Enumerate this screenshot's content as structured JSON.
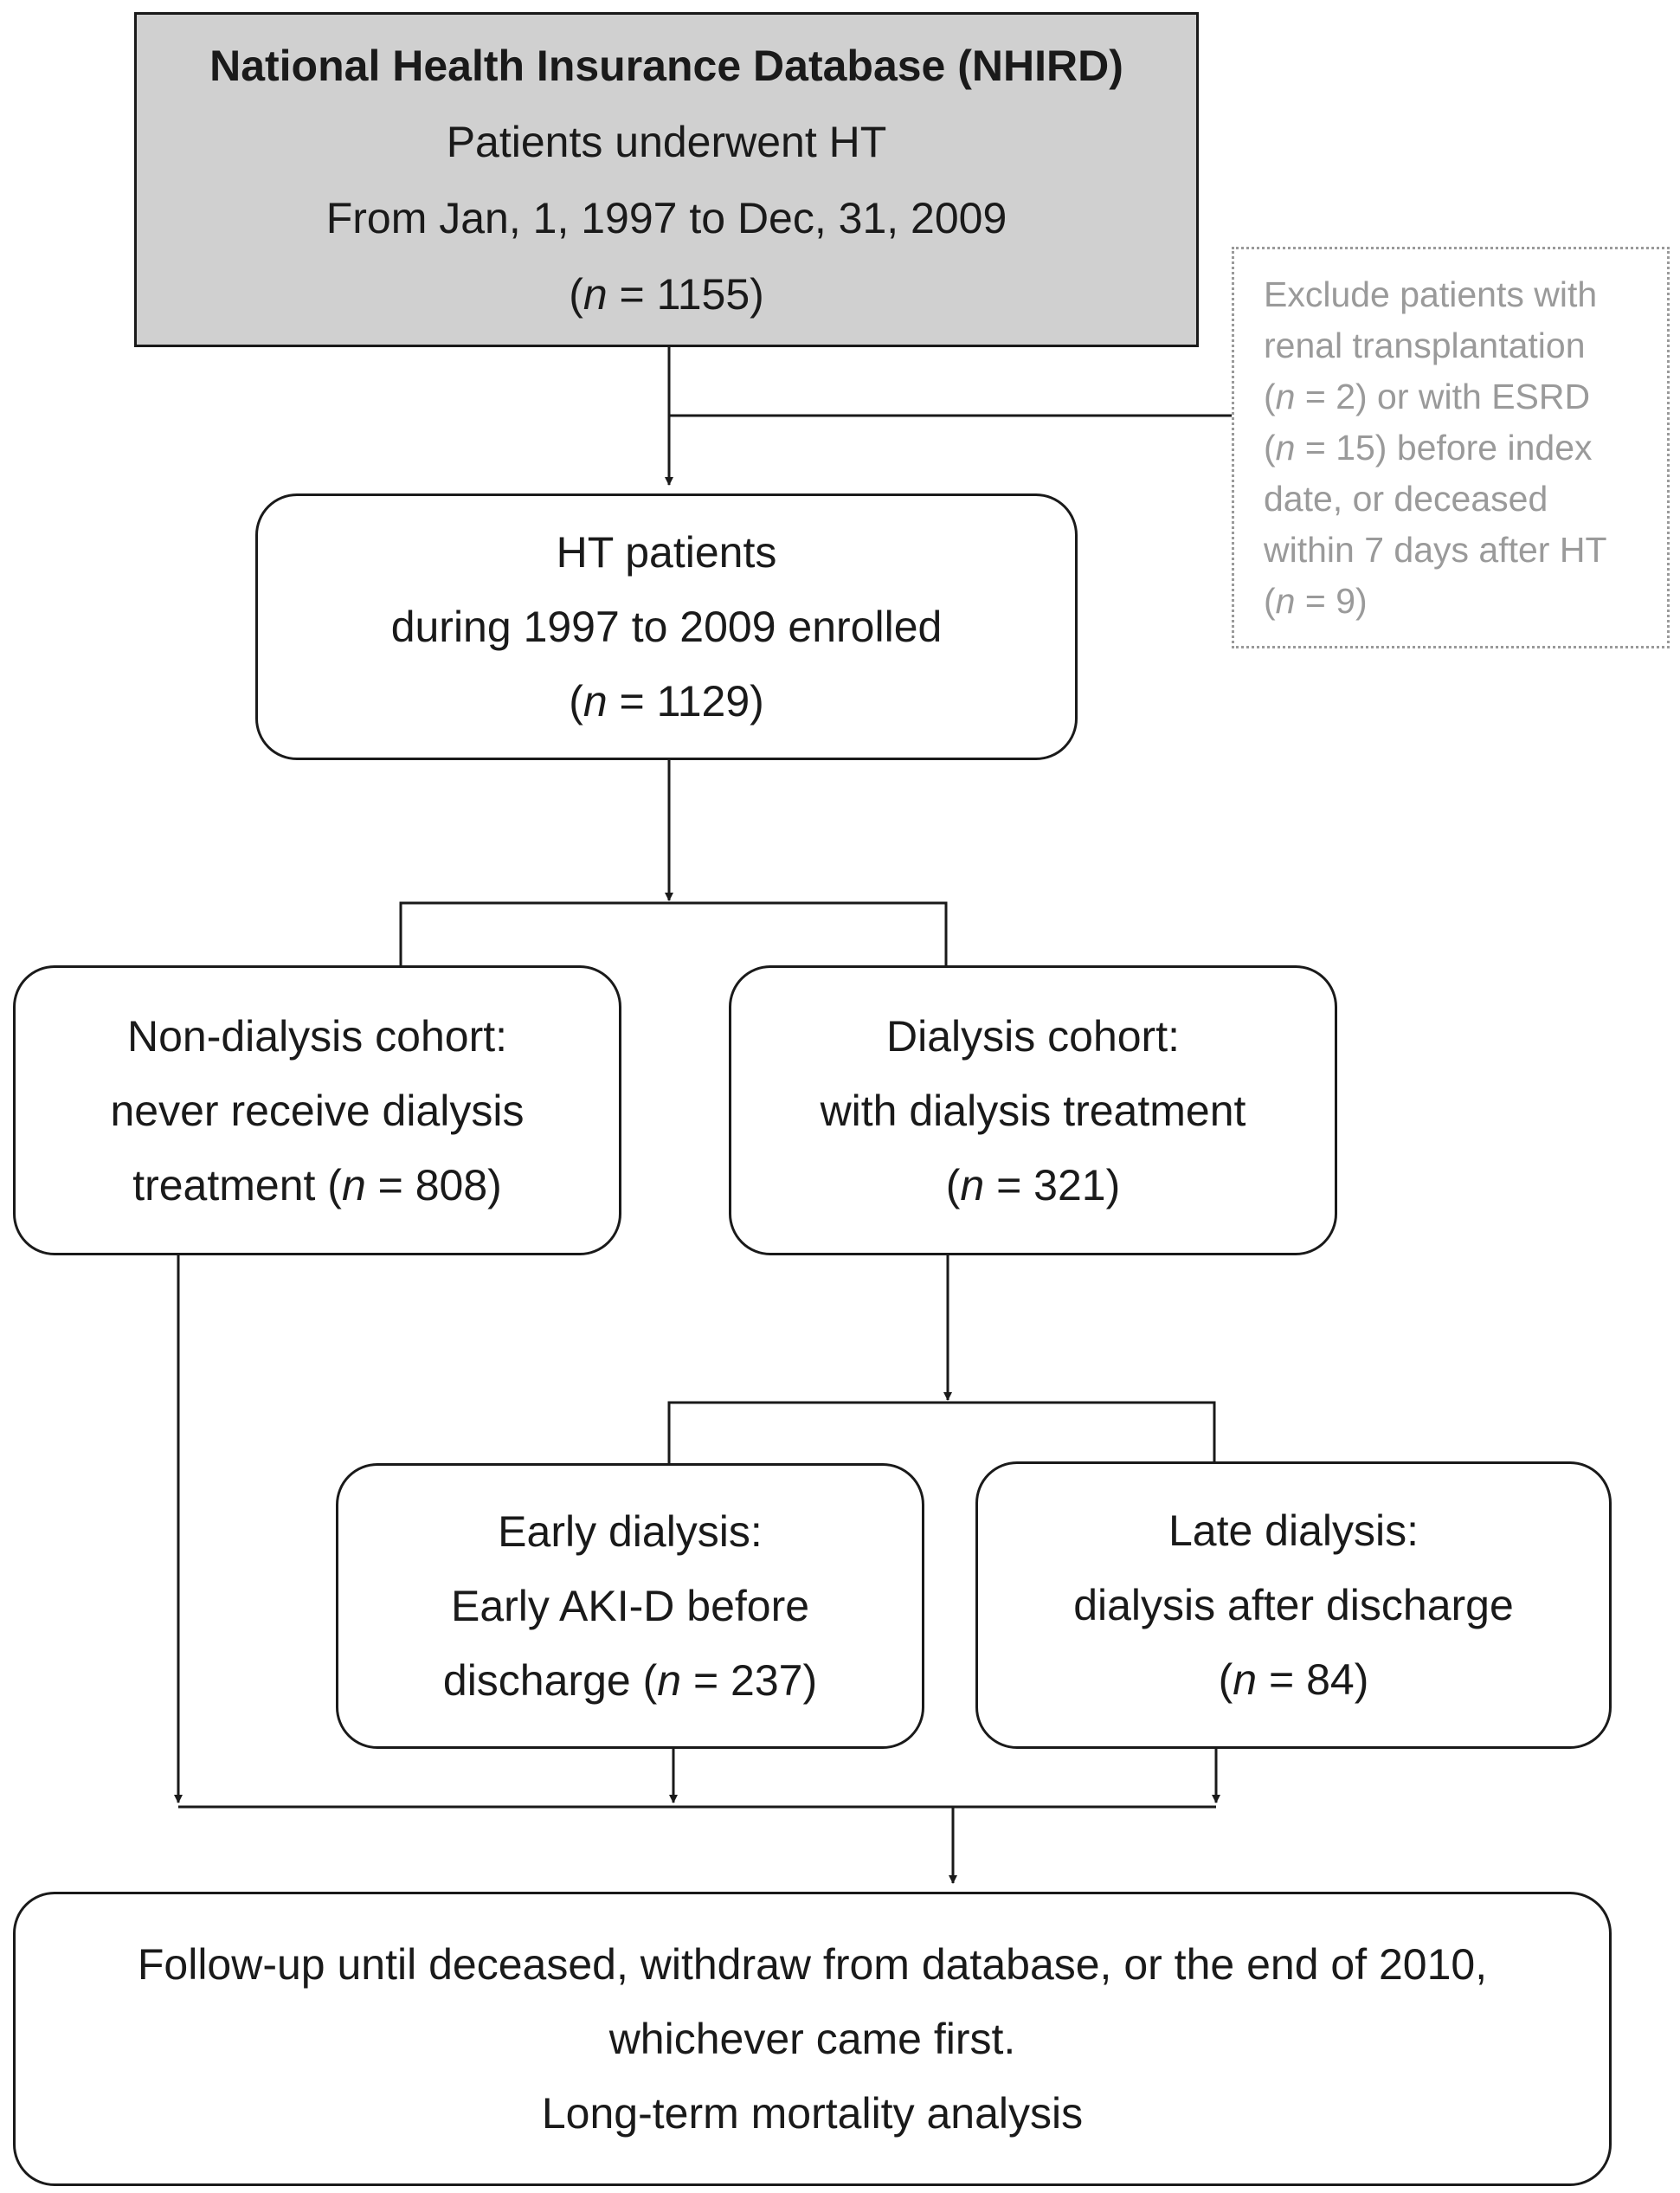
{
  "source": {
    "title": "National Health Insurance Database (NHIRD)",
    "line2": "Patients underwent HT",
    "line3": "From Jan, 1, 1997 to Dec, 31, 2009",
    "n_pre": "(",
    "n_var": "n",
    "n_post": " = 1155)"
  },
  "exclusion": {
    "l1": "Exclude patients with",
    "l2": "renal transplantation",
    "l3_pre": "(",
    "l3_var": "n",
    "l3_post": " = 2) or with ESRD",
    "l4_pre": "(",
    "l4_var": "n",
    "l4_post": " = 15) before index",
    "l5": "date, or deceased",
    "l6": "within 7 days after HT",
    "l7_pre": "(",
    "l7_var": "n",
    "l7_post": " = 9)"
  },
  "enrolled": {
    "l1": "HT patients",
    "l2": "during 1997 to 2009 enrolled",
    "n_pre": "(",
    "n_var": "n",
    "n_post": " = 1129)"
  },
  "non_dialysis": {
    "l1": "Non-dialysis cohort:",
    "l2": "never receive dialysis",
    "l3_pre": "treatment (",
    "l3_var": "n",
    "l3_post": " = 808)"
  },
  "dialysis": {
    "l1": "Dialysis cohort:",
    "l2": "with dialysis treatment",
    "n_pre": "(",
    "n_var": "n",
    "n_post": " = 321)"
  },
  "early": {
    "l1": "Early dialysis:",
    "l2": "Early AKI-D before",
    "l3_pre": "discharge (",
    "l3_var": "n",
    "l3_post": " = 237)"
  },
  "late": {
    "l1": "Late dialysis:",
    "l2": "dialysis after discharge",
    "n_pre": "(",
    "n_var": "n",
    "n_post": " = 84)"
  },
  "followup": {
    "l1": "Follow-up until deceased, withdraw from database, or the end of 2010,",
    "l2": "whichever came first.",
    "l3": "Long-term mortality analysis"
  }
}
